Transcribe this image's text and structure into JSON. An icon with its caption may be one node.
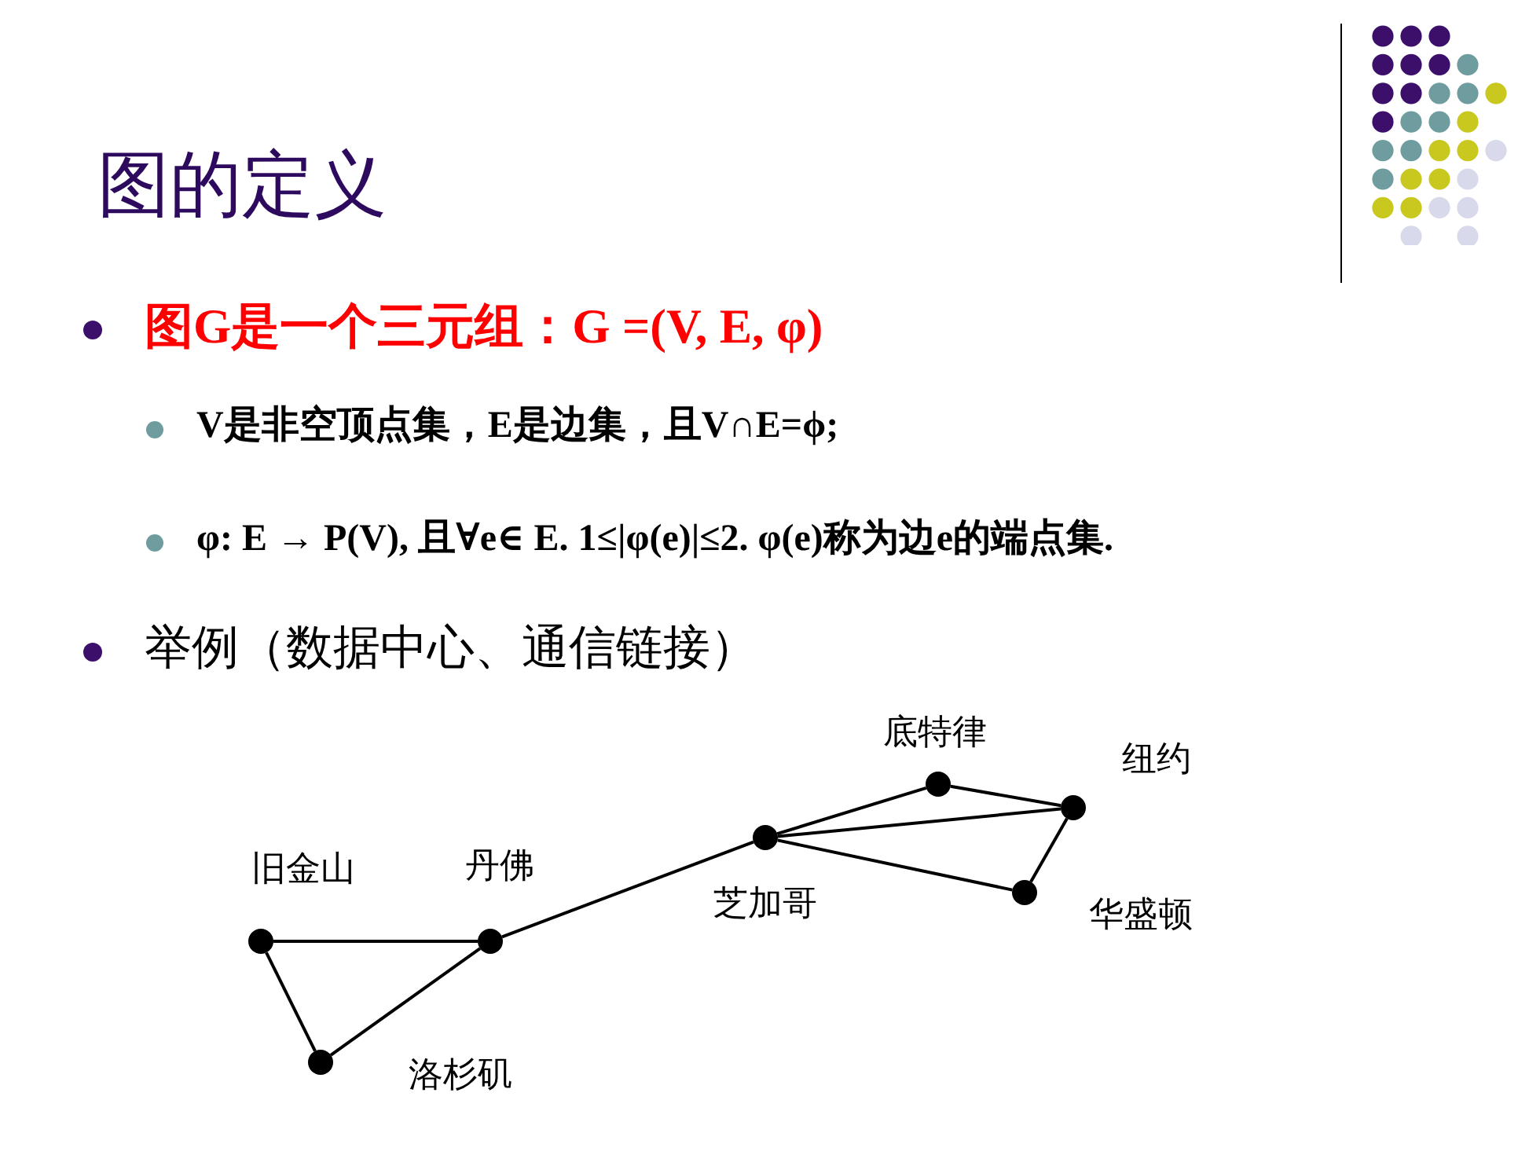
{
  "diagram": {
    "title": "图的定义",
    "nodes": [
      {
        "text": [],
        "shape": "circle",
        "beside": [
          "旧金山"
        ]
      },
      {
        "text": [],
        "shape": "circle",
        "beside": [
          "丹佛"
        ]
      },
      {
        "text": [],
        "shape": "circle",
        "beside": [
          "洛杉矶"
        ]
      },
      {
        "text": [],
        "shape": "circle",
        "beside": [
          "芝加哥"
        ]
      },
      {
        "text": [],
        "shape": "circle",
        "beside": [
          "底特律"
        ]
      },
      {
        "text": [],
        "shape": "circle",
        "beside": [
          "纽约"
        ]
      },
      {
        "text": [],
        "shape": "circle",
        "beside": [
          "华盛顿"
        ]
      }
    ],
    "edges": [
      {
        "from": 0,
        "to": 1,
        "arrow": "none"
      },
      {
        "from": 0,
        "to": 2,
        "arrow": "none"
      },
      {
        "from": 2,
        "to": 1,
        "arrow": "none"
      },
      {
        "from": 1,
        "to": 3,
        "arrow": "none"
      },
      {
        "from": 3,
        "to": 4,
        "arrow": "none"
      },
      {
        "from": 3,
        "to": 5,
        "arrow": "none"
      },
      {
        "from": 3,
        "to": 6,
        "arrow": "none"
      },
      {
        "from": 4,
        "to": 5,
        "arrow": "none"
      },
      {
        "from": 5,
        "to": 6,
        "arrow": "none"
      }
    ],
    "labels": [
      "图G是一个三元组：G =(V, E, φ)",
      "V是非空顶点集，E是边集，且V∩E=ϕ;",
      "φ: E → P(V), 且∀e∈ E. 1≤|φ(e)|≤2. φ(e)称为边e的端点集.",
      "举例（数据中心、通信链接）"
    ]
  }
}
